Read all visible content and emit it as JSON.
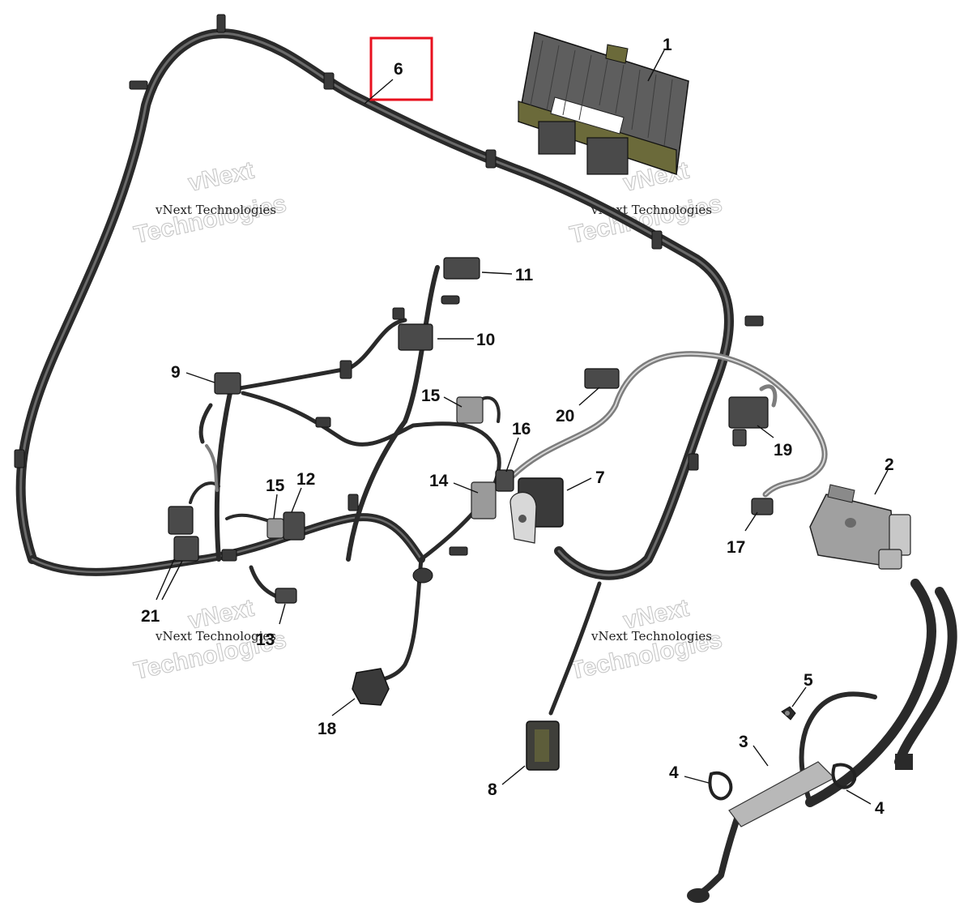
{
  "callouts": [
    {
      "id": "1",
      "label": "1"
    },
    {
      "id": "2",
      "label": "2"
    },
    {
      "id": "3",
      "label": "3"
    },
    {
      "id": "4a",
      "label": "4"
    },
    {
      "id": "4b",
      "label": "4"
    },
    {
      "id": "5",
      "label": "5"
    },
    {
      "id": "6",
      "label": "6"
    },
    {
      "id": "7",
      "label": "7"
    },
    {
      "id": "8",
      "label": "8"
    },
    {
      "id": "9",
      "label": "9"
    },
    {
      "id": "10",
      "label": "10"
    },
    {
      "id": "11",
      "label": "11"
    },
    {
      "id": "12",
      "label": "12"
    },
    {
      "id": "13",
      "label": "13"
    },
    {
      "id": "14",
      "label": "14"
    },
    {
      "id": "15a",
      "label": "15"
    },
    {
      "id": "15b",
      "label": "15"
    },
    {
      "id": "16",
      "label": "16"
    },
    {
      "id": "17",
      "label": "17"
    },
    {
      "id": "18",
      "label": "18"
    },
    {
      "id": "19",
      "label": "19"
    },
    {
      "id": "20",
      "label": "20"
    },
    {
      "id": "21",
      "label": "21"
    }
  ],
  "watermark": {
    "line1": "vNext Technologies",
    "big_a": "vNext",
    "big_b": "Technologies"
  },
  "highlight": {
    "part": "6",
    "color": "#e8101e"
  },
  "colors": {
    "harness": "#2a2a2a",
    "ecm_body": "#5e5e5e",
    "ecm_plate": "#6b6a3a"
  }
}
